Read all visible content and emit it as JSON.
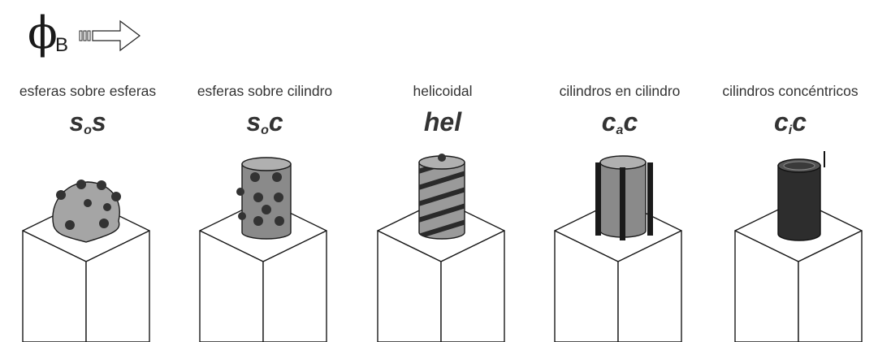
{
  "header": {
    "phi_symbol": "ϕ",
    "phi_subscript": "B"
  },
  "panels": [
    {
      "title": "esferas sobre esferas",
      "symbol_main": "s",
      "symbol_sub": "o",
      "symbol_tail": "s",
      "icon": "spheres-on-sphere-icon"
    },
    {
      "title": "esferas sobre cilindro",
      "symbol_main": "s",
      "symbol_sub": "o",
      "symbol_tail": "c",
      "icon": "spheres-on-cylinder-icon"
    },
    {
      "title": "helicoidal",
      "symbol_main": "hel",
      "symbol_sub": "",
      "symbol_tail": "",
      "icon": "helical-cylinder-icon"
    },
    {
      "title": "cilindros en cilindro",
      "symbol_main": "c",
      "symbol_sub": "a",
      "symbol_tail": "c",
      "icon": "cylinders-on-cylinder-icon"
    },
    {
      "title": "cilindros concéntricos",
      "symbol_main": "c",
      "symbol_sub": "i",
      "symbol_tail": "c",
      "icon": "concentric-cylinders-icon"
    }
  ],
  "colors": {
    "outline": "#1a1a1a",
    "light_gray": "#9a9a9a",
    "mid_gray": "#7d7d7d",
    "dark_fill": "#3a3a3a",
    "dot": "#333333"
  }
}
